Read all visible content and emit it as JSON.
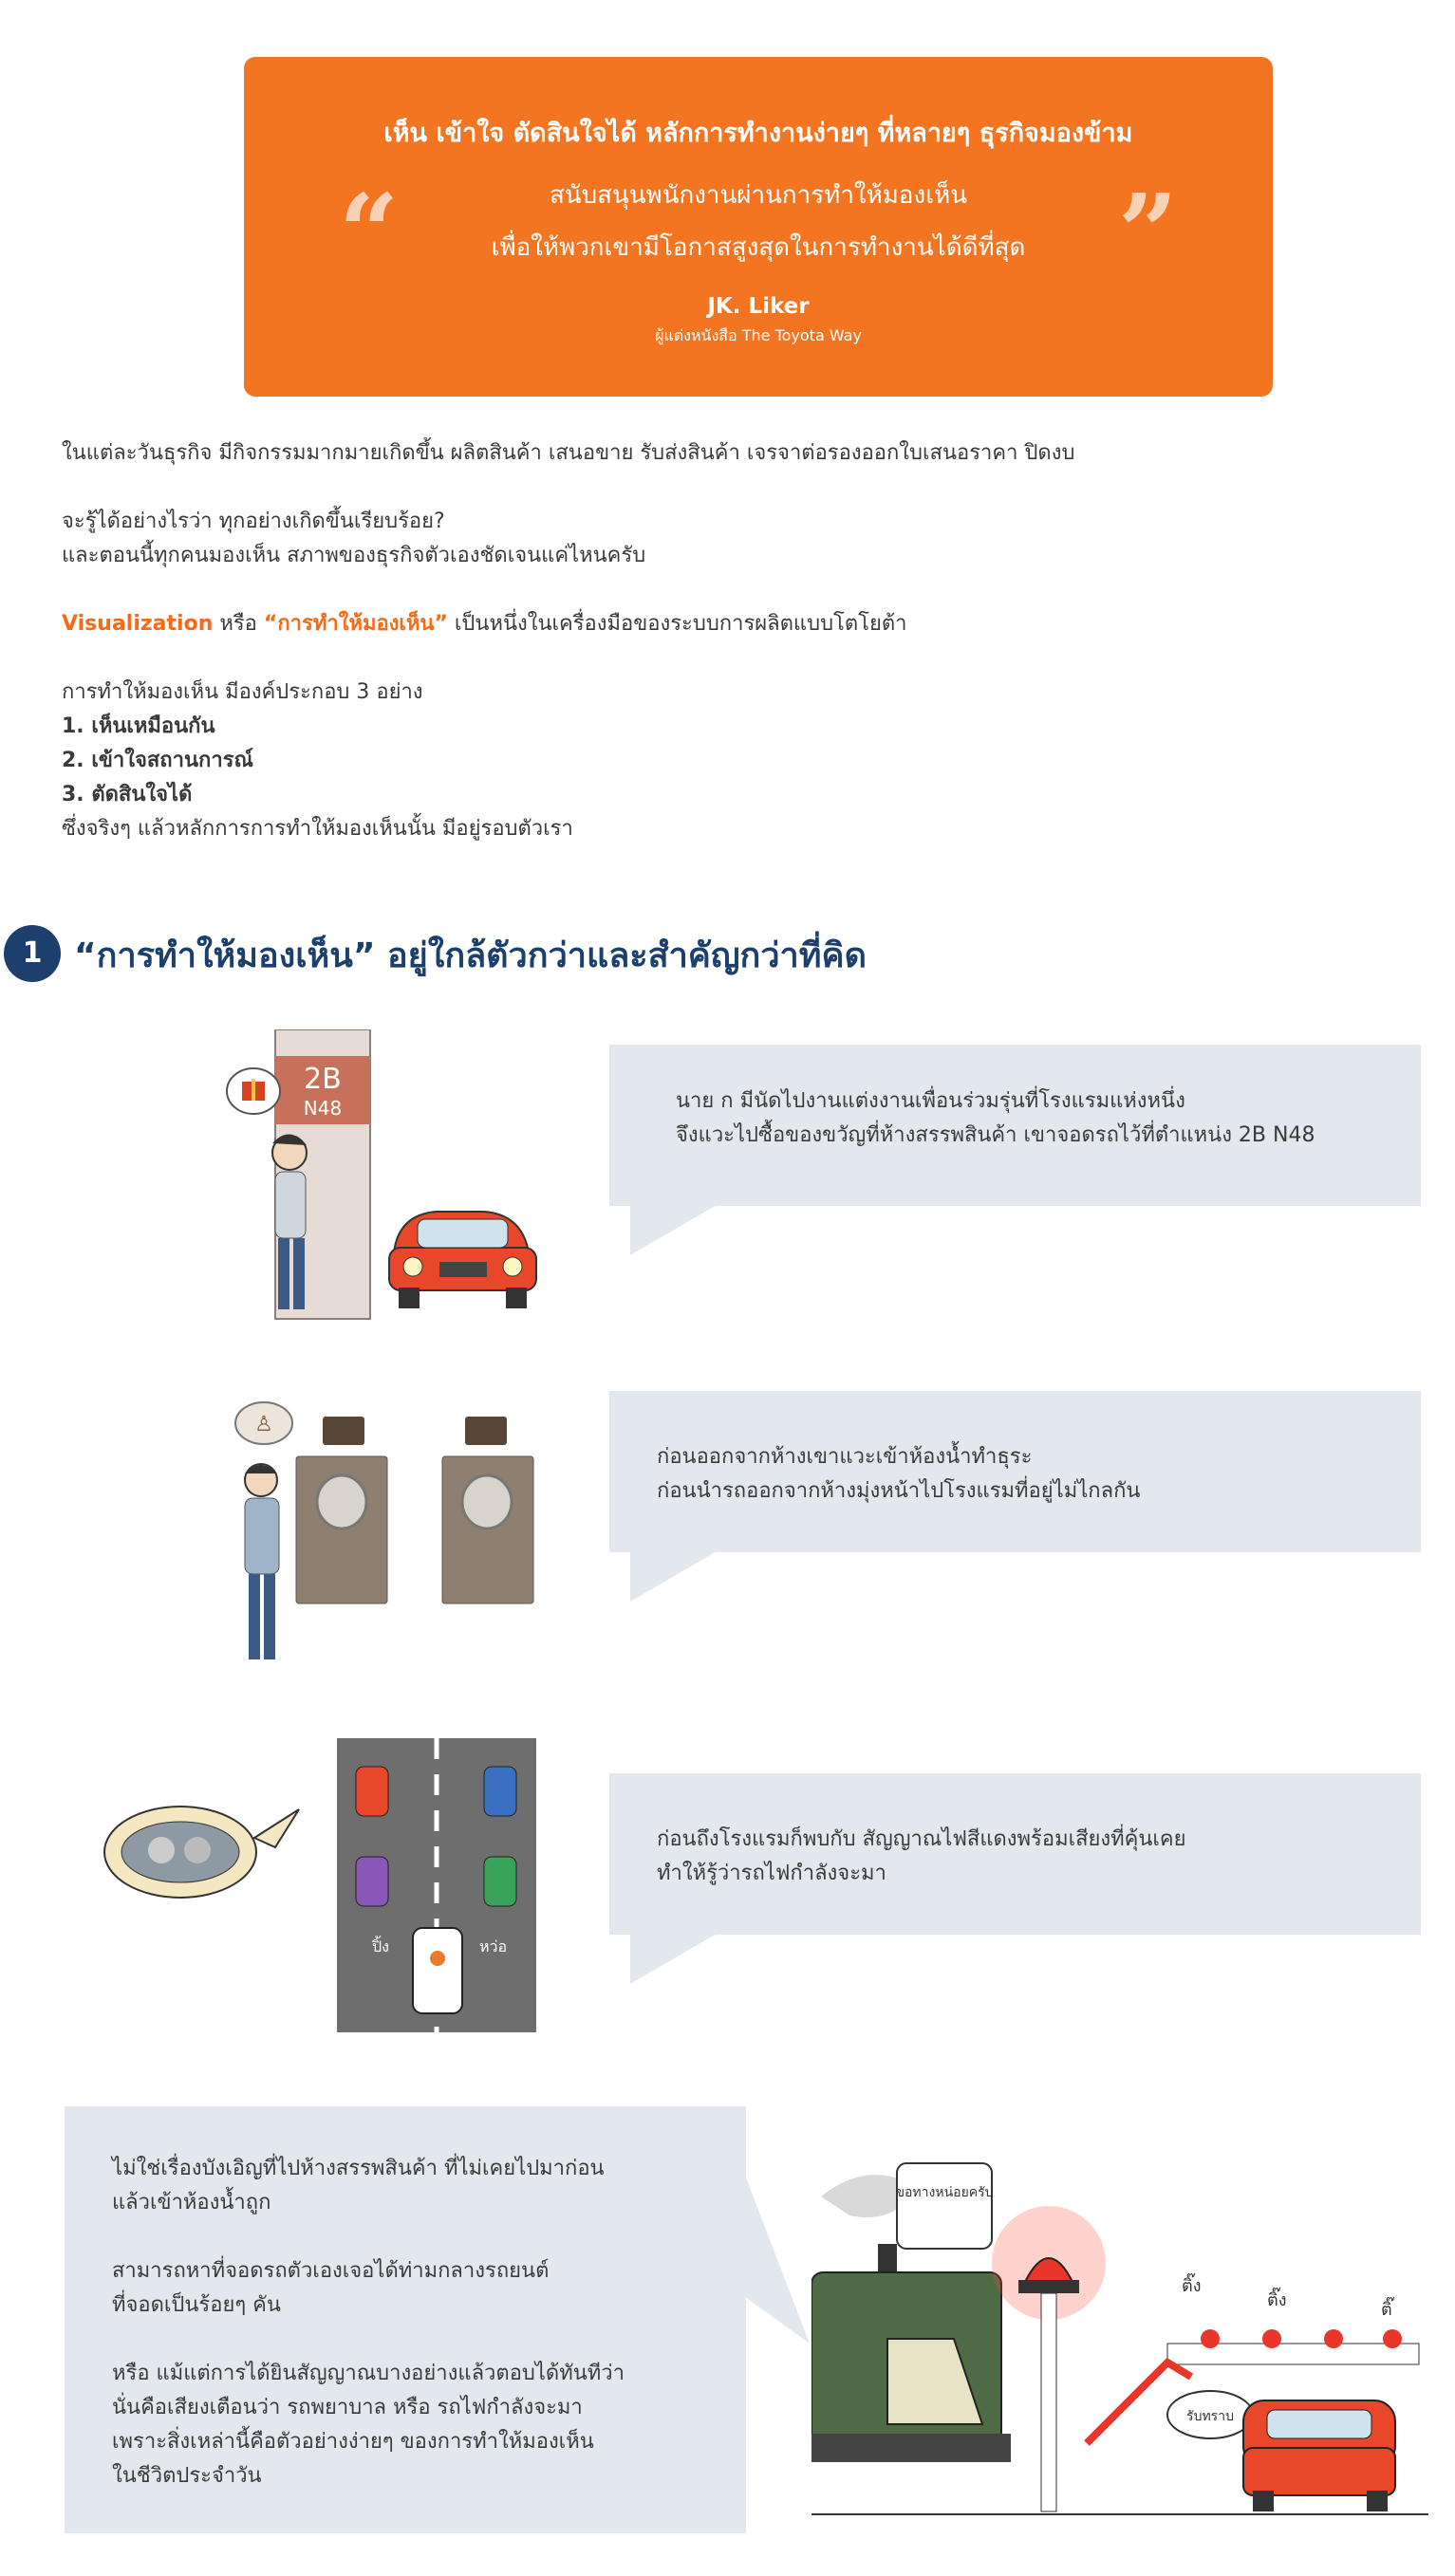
{
  "quote": {
    "title": "เห็น เข้าใจ ตัดสินใจได้ หลักการทำงานง่ายๆ ที่หลายๆ ธุรกิจมองข้าม",
    "line1": "สนับสนุนพนักงานผ่านการทำให้มองเห็น",
    "line2": "เพื่อให้พวกเขามีโอกาสสูงสุดในการทำงานได้ดีที่สุด",
    "author": "JK. Liker",
    "author_desc": "ผู้แต่งหนังสือ The Toyota Way",
    "open_mark": "“",
    "close_mark": "”"
  },
  "intro": {
    "p1": "ในแต่ละวันธุรกิจ มีกิจกรรมมากมายเกิดขึ้น ผลิตสินค้า เสนอขาย รับส่งสินค้า เจรจาต่อรองออกใบเสนอราคา ปิดงบ",
    "p2a": "จะรู้ได้อย่างไรว่า ทุกอย่างเกิดขึ้นเรียบร้อย?",
    "p2b": "และตอนนี้ทุกคนมองเห็น สภาพของธุรกิจตัวเองชัดเจนแค่ไหนครับ",
    "p3_term": "Visualization",
    "p3_or": " หรือ ",
    "p3_quote": "“การทำให้มองเห็น”",
    "p3_rest": " เป็นหนึ่งในเครื่องมือของระบบการผลิตแบบโตโยต้า",
    "p4": "การทำให้มองเห็น มีองค์ประกอบ 3 อย่าง",
    "item1": "1. เห็นเหมือนกัน",
    "item2": "2. เข้าใจสถานการณ์",
    "item3": "3. ตัดสินใจได้",
    "p5": "ซึ่งจริงๆ แล้วหลักการการทำให้มองเห็นนั้น มีอยู่รอบตัวเรา"
  },
  "section1": {
    "number": "1",
    "title": "“การทำให้มองเห็น” อยู่ใกล้ตัวกว่าและสำคัญกว่าที่คิด"
  },
  "scenes": {
    "scene1": {
      "line1": "นาย ก มีนัดไปงานแต่งงานเพื่อนร่วมรุ่นที่โรงแรมแห่งหนึ่ง",
      "line2": "จึงแวะไปซื้อของขวัญที่ห้างสรรพสินค้า เขาจอดรถไว้ที่ตำแหน่ง 2B N48",
      "sign_top": "2B",
      "sign_bottom": "N48"
    },
    "scene2": {
      "line1": "ก่อนออกจากห้างเขาแวะเข้าห้องน้ำทำธุระ",
      "line2": "ก่อนนำรถออกจากห้างมุ่งหน้าไปโรงแรมที่อยู่ไม่ไกลกัน"
    },
    "scene3": {
      "line1": "ก่อนถึงโรงแรมก็พบกับ สัญญาณไฟสีแดงพร้อมเสียงที่คุ้นเคย",
      "line2": "ทำให้รู้ว่ารถไฟกำลังจะมา",
      "sound_left": "ปิ้ง",
      "sound_right": "หว่อ"
    },
    "conclusion": {
      "p1a": "ไม่ใช่เรื่องบังเอิญที่ไปห้างสรรพสินค้า ที่ไม่เคยไปมาก่อน",
      "p1b": "แล้วเข้าห้องน้ำถูก",
      "p2a": "สามารถหาที่จอดรถตัวเองเจอได้ท่ามกลางรถยนต์",
      "p2b": "ที่จอดเป็นร้อยๆ คัน",
      "p3a": "หรือ แม้แต่การได้ยินสัญญาณบางอย่างแล้วตอบได้ทันทีว่า",
      "p3b": "นั่นคือเสียงเตือนว่า รถพยาบาล หรือ รถไฟกำลังจะมา",
      "p3c": "เพราะสิ่งเหล่านี้คือตัวอย่างง่ายๆ ของการทำให้มองเห็น",
      "p3d": "ในชีวิตประจำวัน",
      "train_bubble": "ขอทางหน่อยครับ",
      "car_bubble": "รับทราบ",
      "ding1": "ติ๊ง",
      "ding2": "ติ๊ง",
      "ding3": "ติ๊"
    }
  },
  "colors": {
    "accent_orange": "#f47521",
    "heading_navy": "#1c3f6e",
    "bubble_gray": "#e3e8ee"
  }
}
